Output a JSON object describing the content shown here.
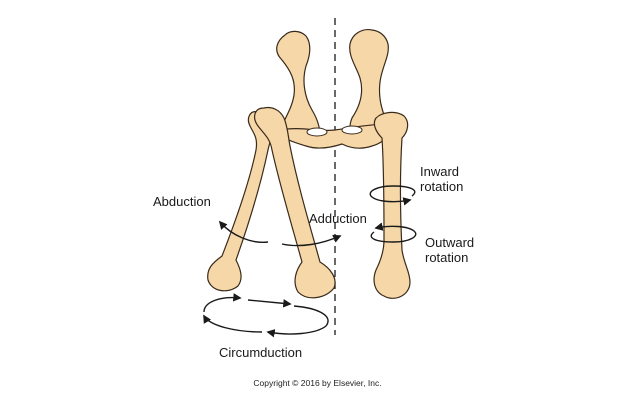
{
  "labels": {
    "abduction": "Abduction",
    "adduction": "Adduction",
    "inward_line1": "Inward",
    "inward_line2": "rotation",
    "outward_line1": "Outward",
    "outward_line2": "rotation",
    "circumduction": "Circumduction"
  },
  "copyright": "Copyright © 2016 by Elsevier, Inc.",
  "colors": {
    "bone_fill": "#f5d7a8",
    "bone_outline": "#3a2a1a",
    "bone_shadow": "#e6c08a",
    "arrow": "#1a1a1a"
  }
}
